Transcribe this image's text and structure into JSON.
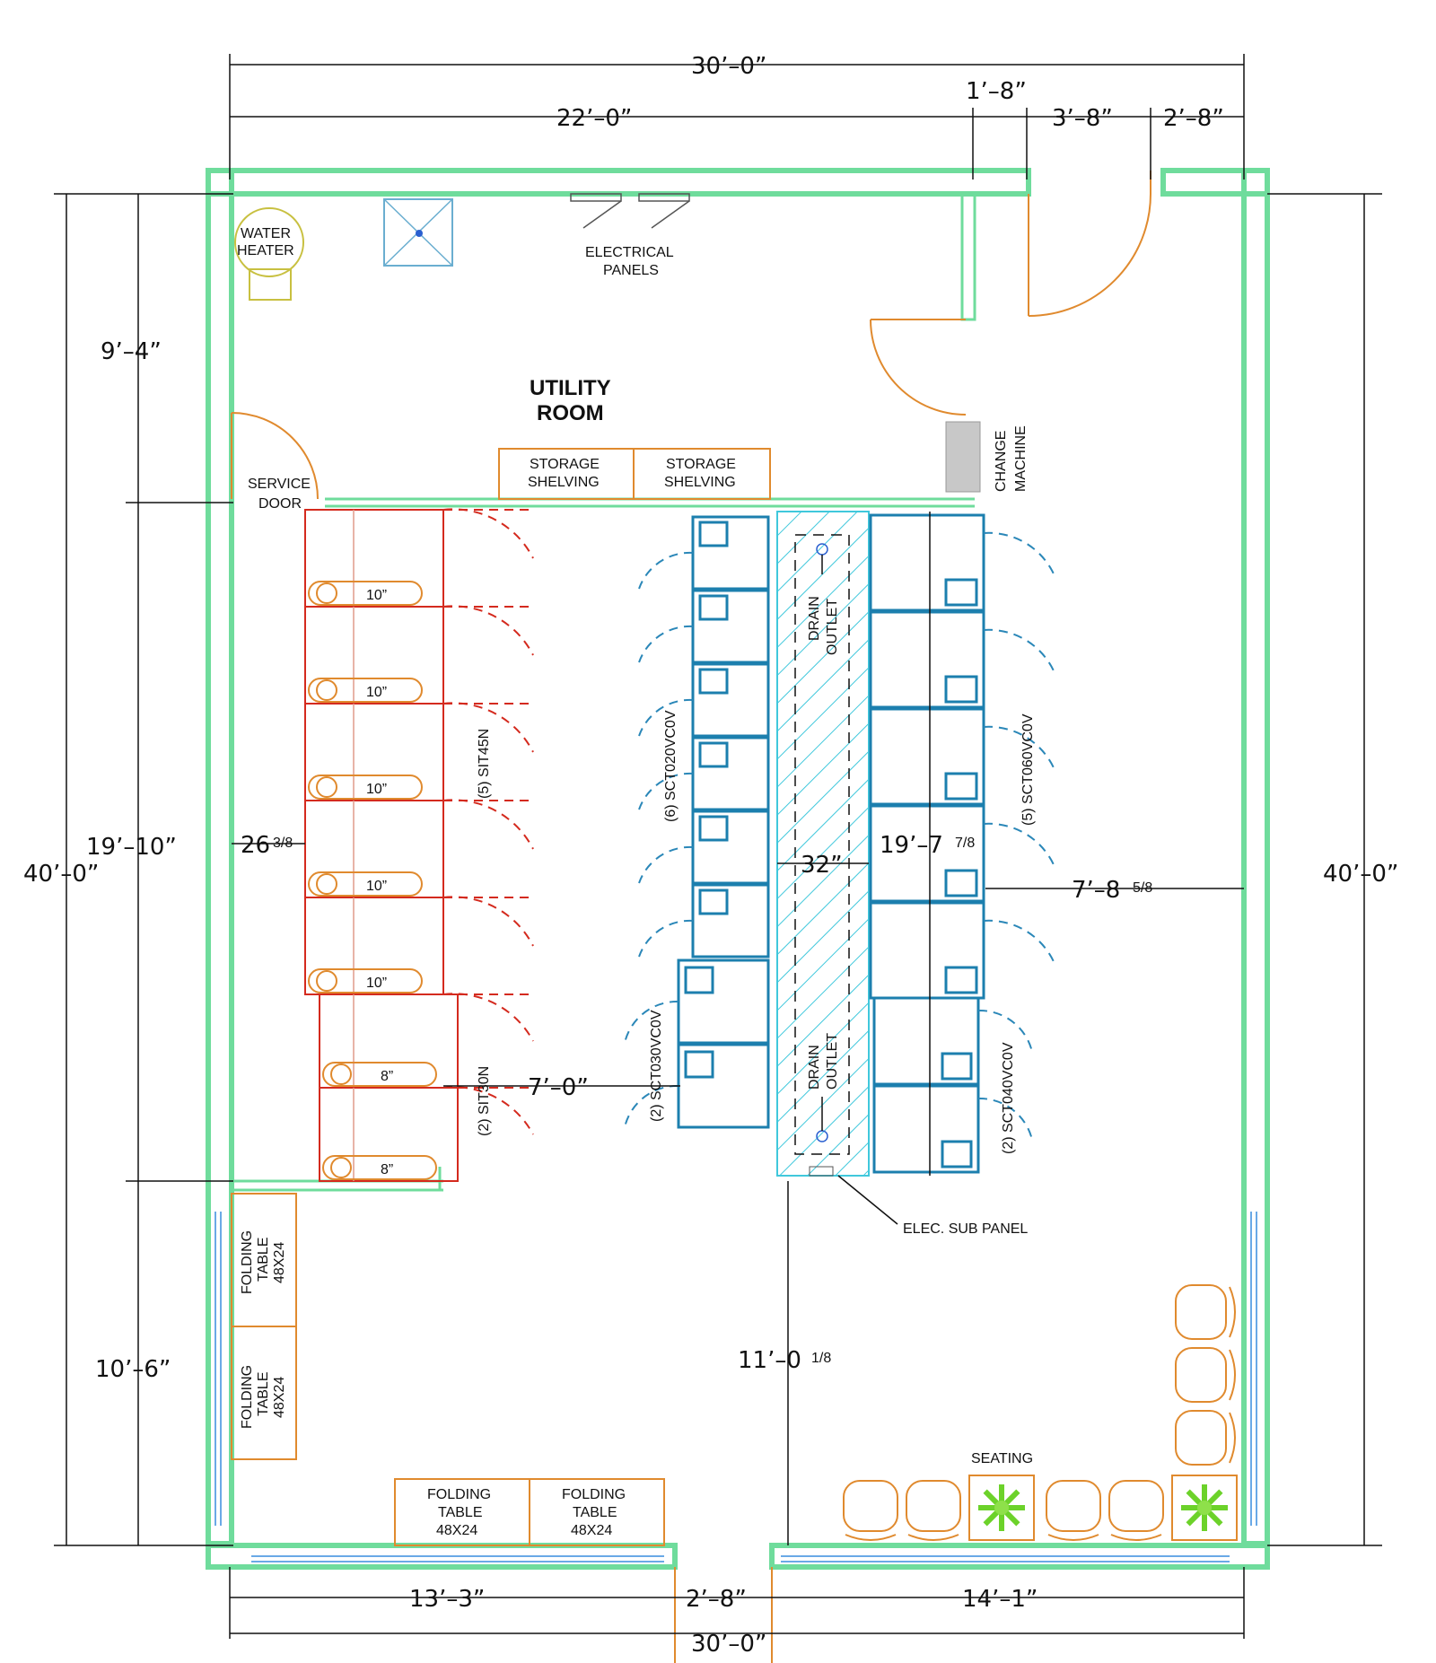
{
  "dimensions": {
    "top_overall": "30’–0”",
    "top_22": "22’–0”",
    "top_1_8": "1’–8”",
    "top_3_8": "3’–8”",
    "top_2_8": "2’–8”",
    "left_9_4": "9’–4”",
    "left_19_10": "19’–10”",
    "left_10_6": "10’–6”",
    "left_overall": "40’–0”",
    "right_overall": "40’–0”",
    "bottom_13_3": "13’–3”",
    "bottom_2_8": "2’–8”",
    "bottom_14_1": "14’–1”",
    "bottom_overall": "30’–0”",
    "aisle_26": "26",
    "aisle_26_frac": "3/8",
    "aisle_7_0": "7’–0”",
    "aisle_32": "32”",
    "run_19_7": "19’–7",
    "run_19_7_frac": "7/8",
    "right_7_8": "7’–8",
    "right_7_8_frac": "5/8",
    "front_11_0": "11’–0",
    "front_11_0_frac": "1/8"
  },
  "labels": {
    "water_heater_1": "WATER",
    "water_heater_2": "HEATER",
    "electrical_1": "ELECTRICAL",
    "electrical_2": "PANELS",
    "utility_1": "UTILITY",
    "utility_2": "ROOM",
    "storage_1a": "STORAGE",
    "storage_1b": "SHELVING",
    "storage_2a": "STORAGE",
    "storage_2b": "SHELVING",
    "service_1": "SERVICE",
    "service_2": "DOOR",
    "change_1": "CHANGE",
    "change_2": "MACHINE",
    "drain_1": "DRAIN",
    "drain_2": "OUTLET",
    "elec_sub_panel": "ELEC. SUB PANEL",
    "seating": "SEATING",
    "folding_1": "FOLDING",
    "folding_2": "TABLE",
    "folding_3": "48X24",
    "sit45": "(5)  SIT45N",
    "sit30": "(2)  SIT30N",
    "sct020": "(6)  SCT020VC0V",
    "sct030": "(2)  SCT030VC0V",
    "sct060": "(5)  SCT060VC0V",
    "sct040": "(2)  SCT040VC0V"
  },
  "dryer_tags": [
    "10”",
    "10”",
    "10”",
    "10”",
    "10”",
    "8”",
    "8”"
  ]
}
